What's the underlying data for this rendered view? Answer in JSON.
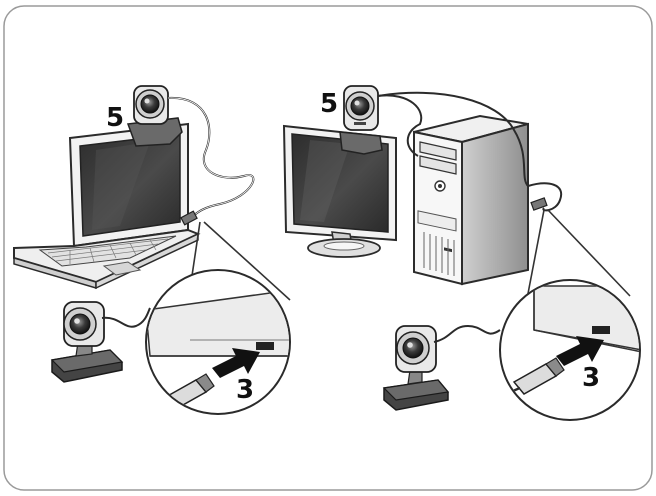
{
  "steps": {
    "laptop_mount": "5",
    "desktop_mount": "5",
    "laptop_usb": "3",
    "desktop_usb": "3"
  },
  "colors": {
    "frame": "#9a9a9a",
    "outline": "#2b2b2b",
    "screen": "#3a3a3a",
    "light_gray": "#e6e6e6",
    "mid_gray": "#bdbdbd",
    "dark_gray": "#555555"
  },
  "icons": {
    "laptop": "laptop-icon",
    "monitor": "monitor-icon",
    "tower": "desktop-tower-icon",
    "webcam": "webcam-icon",
    "usb_plug": "usb-plug-icon",
    "arrow": "insert-arrow-icon"
  }
}
